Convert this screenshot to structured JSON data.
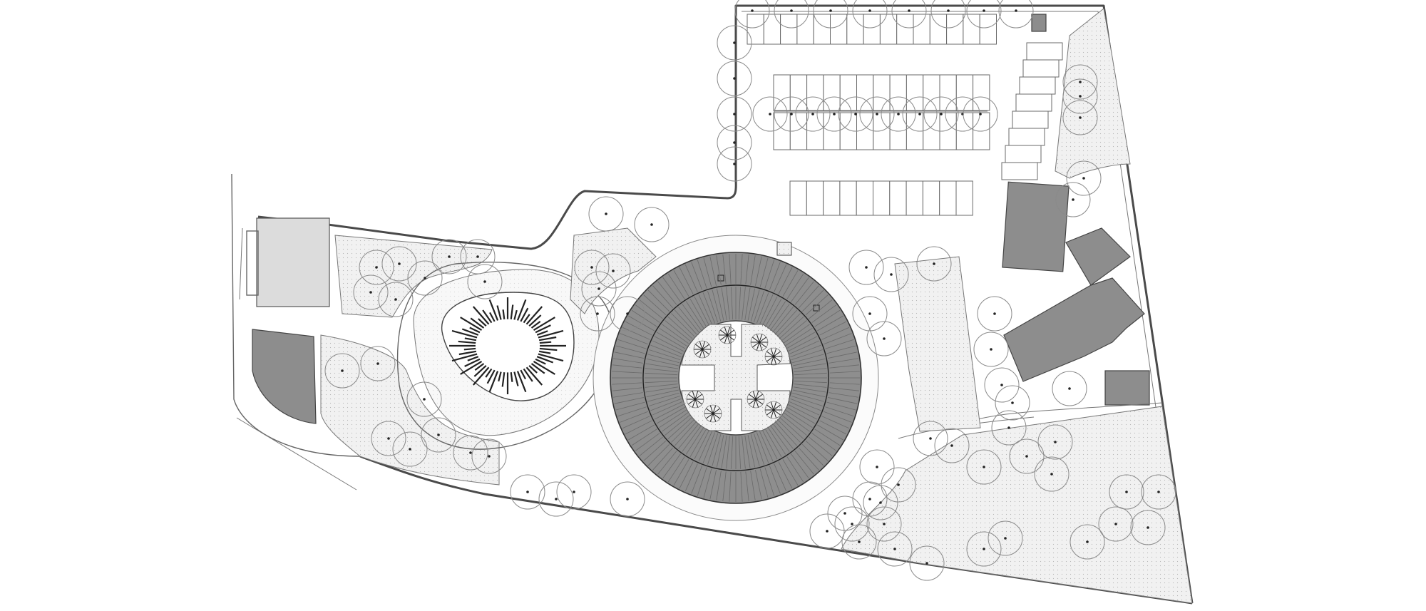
{
  "drawing": {
    "type": "architectural site plan",
    "style": "monochrome line drawing",
    "colors": {
      "background": "#ffffff",
      "lines": "#4a4a4a",
      "roof_fill": "#8e8e8e",
      "landscape_hatch": "#e6e6e6"
    },
    "features": [
      "circular-building-with-courtyard",
      "oval-garden-with-radial-benches",
      "parking-lot",
      "angled-annex-buildings",
      "trees",
      "site-boundary-wall"
    ]
  }
}
